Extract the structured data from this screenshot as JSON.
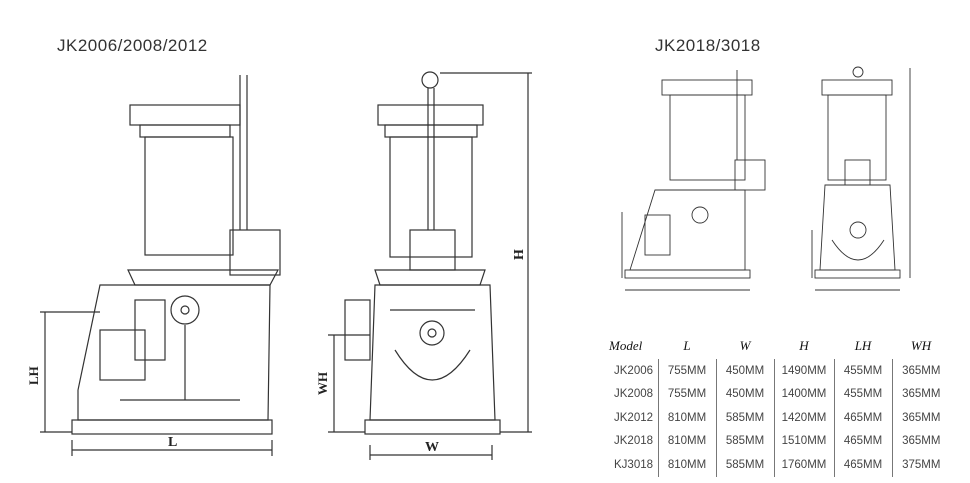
{
  "titles": {
    "left": "JK2006/2008/2012",
    "right": "JK2018/3018"
  },
  "dimension_labels": {
    "L": "L",
    "W": "W",
    "H": "H",
    "LH": "LH",
    "WH": "WH"
  },
  "table": {
    "headers": [
      "Model",
      "L",
      "W",
      "H",
      "LH",
      "WH"
    ],
    "rows": [
      [
        "JK2006",
        "755MM",
        "450MM",
        "1490MM",
        "455MM",
        "365MM"
      ],
      [
        "JK2008",
        "755MM",
        "450MM",
        "1400MM",
        "455MM",
        "365MM"
      ],
      [
        "JK2012",
        "810MM",
        "585MM",
        "1420MM",
        "465MM",
        "365MM"
      ],
      [
        "JK2018",
        "810MM",
        "585MM",
        "1510MM",
        "465MM",
        "365MM"
      ],
      [
        "KJ3018",
        "810MM",
        "585MM",
        "1760MM",
        "465MM",
        "375MM"
      ]
    ]
  }
}
